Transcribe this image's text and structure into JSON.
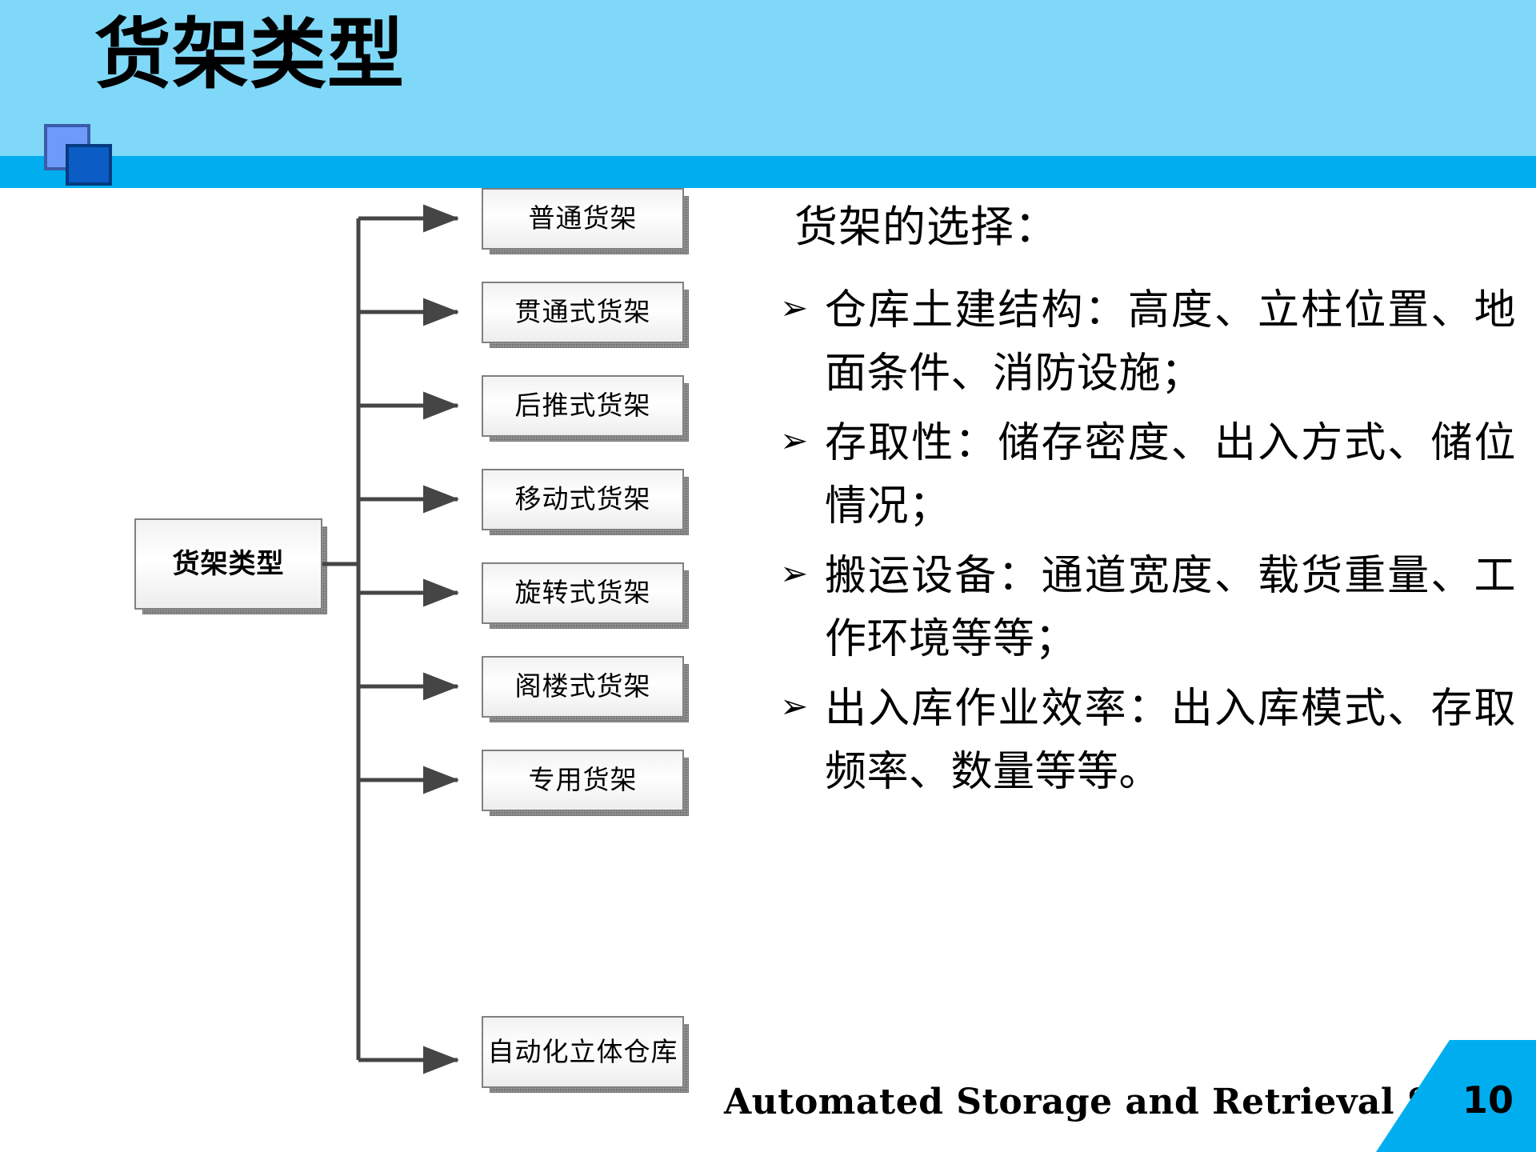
{
  "slide": {
    "title": "货架类型",
    "page_number": "10",
    "footer": "Automated Storage and Retrieval System",
    "colors": {
      "header_band": "#7FD8F7",
      "header_rule": "#00AEEF",
      "corner": "#00AEEF",
      "deco_square_back": "#6E9BFB",
      "deco_square_front": "#0B5CC4",
      "node_border": "#808080",
      "text": "#000000"
    }
  },
  "diagram": {
    "root": {
      "label": "货架类型"
    },
    "nodes": [
      {
        "label": "普通货架"
      },
      {
        "label": "贯通式货架"
      },
      {
        "label": "后推式货架"
      },
      {
        "label": "移动式货架"
      },
      {
        "label": "旋转式货架"
      },
      {
        "label": "阁楼式货架"
      },
      {
        "label": "专用货架"
      },
      {
        "label": "自动化立体仓库"
      }
    ]
  },
  "content": {
    "heading": "货架的选择：",
    "bullet_marker": "➢",
    "bullets": [
      {
        "text": "仓库土建结构：高度、立柱位置、地面条件、消防设施；"
      },
      {
        "text": "存取性：储存密度、出入方式、储位情况；"
      },
      {
        "text": "搬运设备：通道宽度、载货重量、工作环境等等；"
      },
      {
        "text": "出入库作业效率：出入库模式、存取频率、数量等等。"
      }
    ]
  }
}
